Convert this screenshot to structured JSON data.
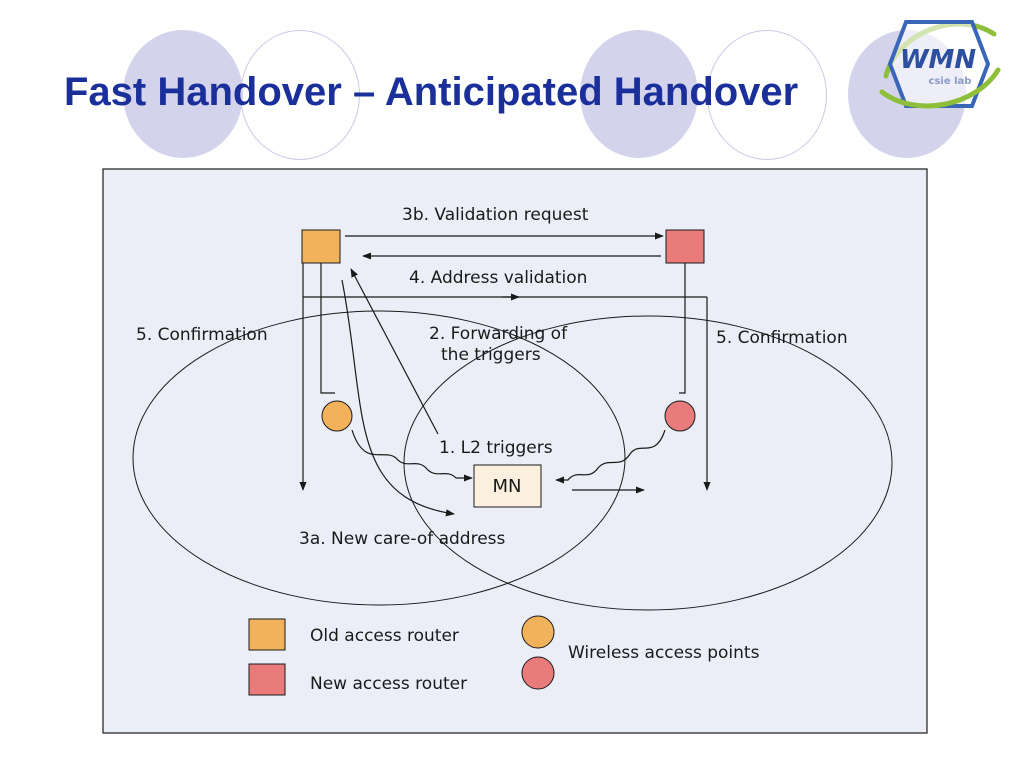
{
  "slide": {
    "title": "Fast Handover – Anticipated Handover"
  },
  "logo": {
    "text": "WMN",
    "subtext": "csie lab",
    "colors": {
      "hex_outline": "#3a66b8",
      "text": "#2c4fa0",
      "swirl": "#8fbf3a"
    }
  },
  "diagram": {
    "labels": {
      "validation_request": "3b. Validation request",
      "address_validation": "4. Address validation",
      "confirmation_left": "5. Confirmation",
      "confirmation_right": "5. Confirmation",
      "forwarding_line1": "2. Forwarding of",
      "forwarding_line2": "the triggers",
      "l2_triggers": "1. L2 triggers",
      "mn": "MN",
      "new_coa": "3a. New care-of address"
    },
    "legend": {
      "old_router": "Old access router",
      "new_router": "New access router",
      "wireless_ap": "Wireless access points"
    },
    "colors": {
      "panel_bg": "#eceef7",
      "old_router": "#f2b25c",
      "new_router": "#ea7b7b",
      "mn_box": "#fbf0df",
      "line": "#1a1a1a"
    }
  }
}
